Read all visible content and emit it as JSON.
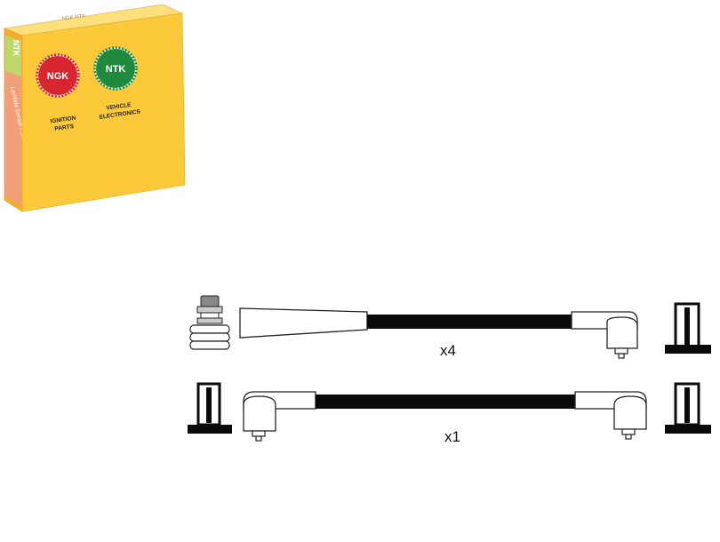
{
  "box": {
    "side_text": "NTK",
    "spine_text": "Lambda Sensor / Sonde / Sonda",
    "top_label": "NGK NTK",
    "brands": [
      {
        "logo": "NGK",
        "caption_line1": "IGNITION",
        "caption_line2": "PARTS",
        "color": "#d7262f"
      },
      {
        "logo": "NTK",
        "caption_line1": "VEHICLE",
        "caption_line2": "ELECTRONICS",
        "color": "#1f8a3c"
      }
    ],
    "colors": {
      "front": "#fbc93a",
      "side": "#f5ad2a",
      "top": "#fde07c",
      "stripe": "#f2a07a",
      "stripe_green": "#bcd86a"
    }
  },
  "cables": [
    {
      "quantity_label": "x4",
      "left_end": "spark-plug-boot",
      "right_end": "angled-boot"
    },
    {
      "quantity_label": "x1",
      "left_end": "angled-boot",
      "right_end": "angled-boot"
    }
  ],
  "icons": [
    "ngk-logo-icon",
    "ntk-logo-icon",
    "spark-plug-terminal-icon",
    "straight-boot-icon",
    "angled-boot-icon",
    "coil-terminal-icon"
  ]
}
